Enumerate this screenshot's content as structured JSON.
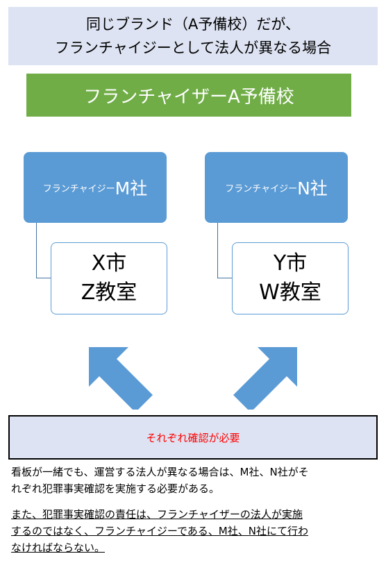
{
  "header": {
    "line1": "同じブランド（A予備校）だが、",
    "line2": "フランチャイジーとして法人が異なる場合"
  },
  "banner": {
    "label": "フランチャイザーA予備校"
  },
  "companies": [
    {
      "prefix": "フランチャイジー",
      "name": "M社"
    },
    {
      "prefix": "フランチャイジー",
      "name": "N社"
    }
  ],
  "schools": [
    {
      "city": "X市",
      "classroom": "Z教室"
    },
    {
      "city": "Y市",
      "classroom": "W教室"
    }
  ],
  "notice": {
    "text": "それぞれ確認が必要"
  },
  "paragraphs": {
    "p1_line1": "看板が一緒でも、運営する法人が異なる場合は、M社、N社がそ",
    "p1_line2": "れぞれ犯罪事実確認を実施する必要がある。",
    "p2_line1": "また、犯罪事実確認の責任は、フランチャイザーの法人が実施",
    "p2_line2": "するのではなく、フランチャイジーである、M社、N社にて行わ",
    "p2_line3": "なければならない。"
  },
  "colors": {
    "header_bg": "#dde3f2",
    "banner_bg": "#70ad47",
    "company_bg": "#5b9bd5",
    "arrow": "#5b9bd5",
    "notice_text": "#ff0000"
  }
}
